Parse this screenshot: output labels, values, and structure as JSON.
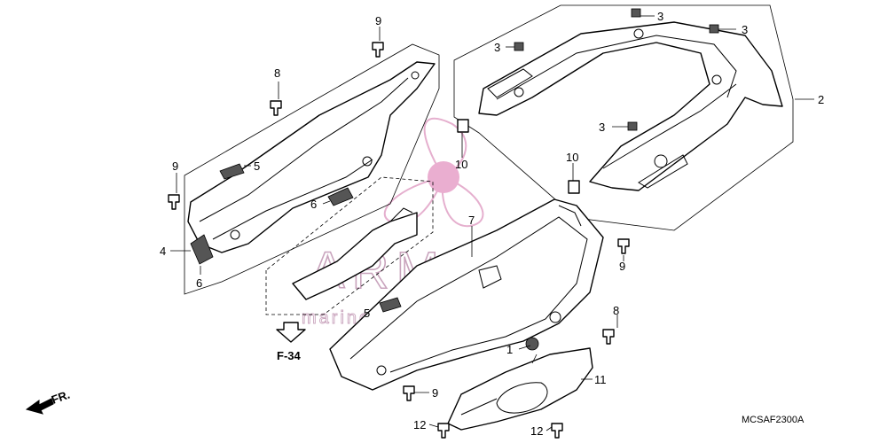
{
  "diagram": {
    "drawing_code": "MCSAF2300A",
    "ref_arrow_label": "F-34",
    "front_arrow_label": "FR."
  },
  "callouts": [
    {
      "id": "c1",
      "label": "1"
    },
    {
      "id": "c2",
      "label": "2"
    },
    {
      "id": "c3a",
      "label": "3"
    },
    {
      "id": "c3b",
      "label": "3"
    },
    {
      "id": "c3c",
      "label": "3"
    },
    {
      "id": "c3d",
      "label": "3"
    },
    {
      "id": "c4",
      "label": "4"
    },
    {
      "id": "c5a",
      "label": "5"
    },
    {
      "id": "c5b",
      "label": "5"
    },
    {
      "id": "c6a",
      "label": "6"
    },
    {
      "id": "c6b",
      "label": "6"
    },
    {
      "id": "c7",
      "label": "7"
    },
    {
      "id": "c8a",
      "label": "8"
    },
    {
      "id": "c8b",
      "label": "8"
    },
    {
      "id": "c9a",
      "label": "9"
    },
    {
      "id": "c9b",
      "label": "9"
    },
    {
      "id": "c9c",
      "label": "9"
    },
    {
      "id": "c9d",
      "label": "9"
    },
    {
      "id": "c10a",
      "label": "10"
    },
    {
      "id": "c10b",
      "label": "10"
    },
    {
      "id": "c11",
      "label": "11"
    },
    {
      "id": "c12a",
      "label": "12"
    },
    {
      "id": "c12b",
      "label": "12"
    }
  ],
  "watermark": {
    "logo_text": "ARMADA",
    "tagline": "marine outboards",
    "color": "#c9a4bd"
  }
}
